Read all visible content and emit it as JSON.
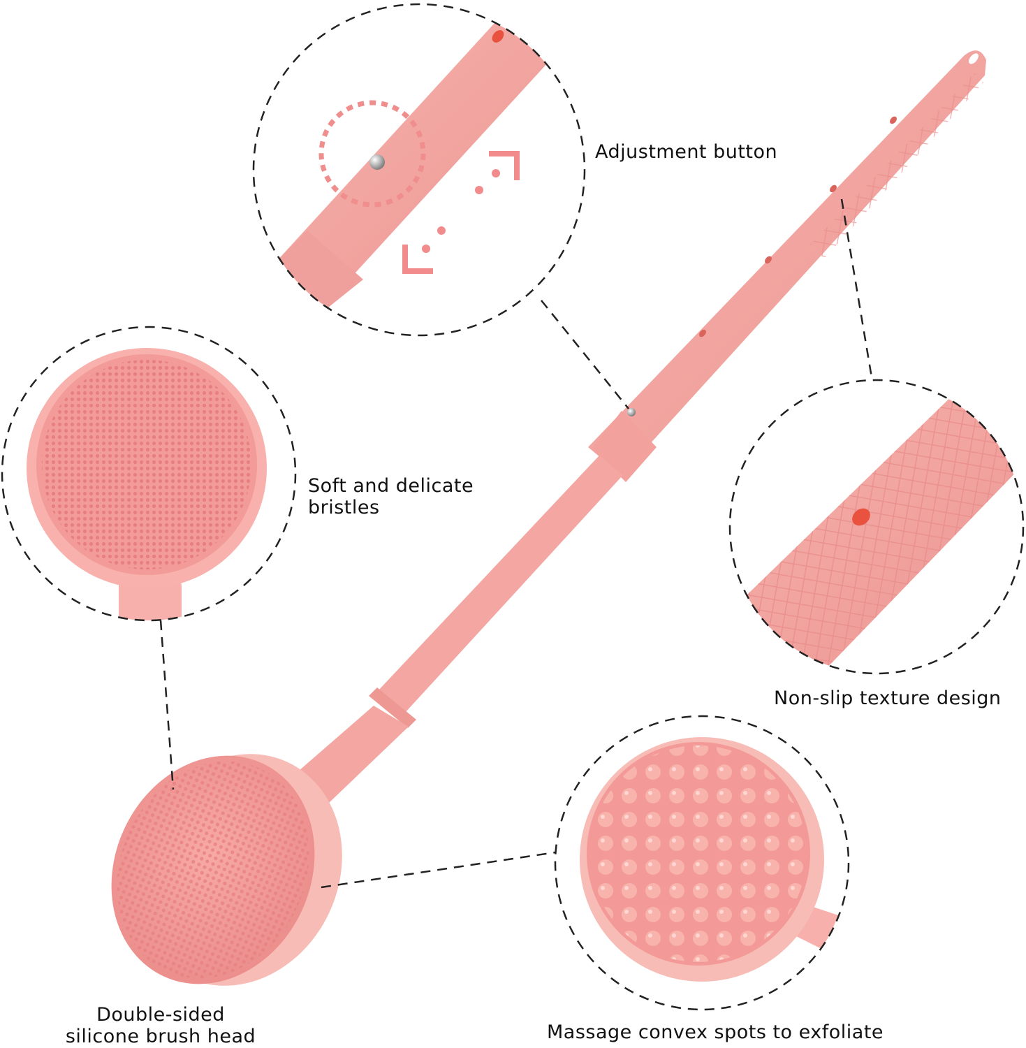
{
  "labels": {
    "adjustment": "Adjustment button",
    "bristles_line1": "Soft and delicate",
    "bristles_line2": "bristles",
    "nonslip": "Non-slip texture design",
    "head_line1": "Double-sided",
    "head_line2": "silicone brush head",
    "massage": "Massage convex spots to exfoliate"
  },
  "colors": {
    "product_pink": "#f4a3a0",
    "product_pink_dark": "#e8868a",
    "bristle_pink": "#f39a98",
    "hole_red": "#e8523e",
    "callout_dash": "#222222"
  }
}
